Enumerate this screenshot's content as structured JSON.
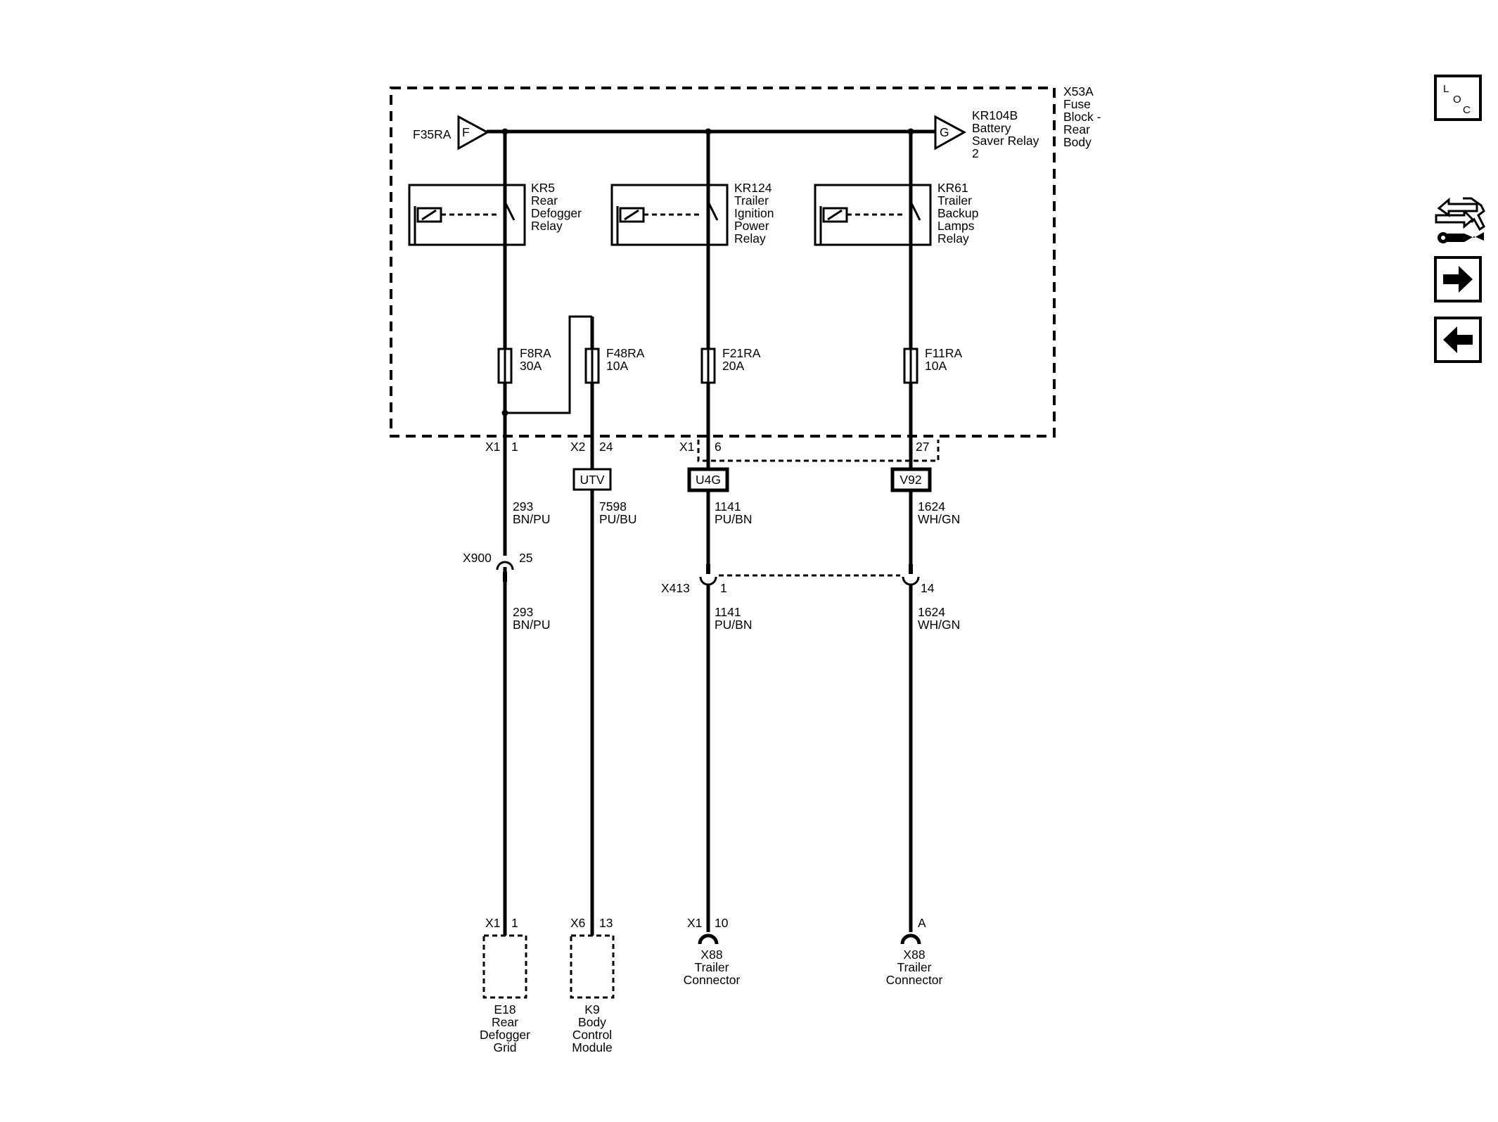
{
  "fuse_block": {
    "id": "X53A",
    "name": [
      "Fuse",
      "Block -",
      "Rear",
      "Body"
    ]
  },
  "feed_fuse": {
    "id": "F35RA",
    "terminal": "F"
  },
  "output": {
    "terminal": "G",
    "id": "KR104B",
    "name": [
      "Battery",
      "Saver Relay",
      "2"
    ]
  },
  "relays": [
    {
      "id": "KR5",
      "name": [
        "Rear",
        "Defogger",
        "Relay"
      ]
    },
    {
      "id": "KR124",
      "name": [
        "Trailer",
        "Ignition",
        "Power",
        "Relay"
      ]
    },
    {
      "id": "KR61",
      "name": [
        "Trailer",
        "Backup",
        "Lamps",
        "Relay"
      ]
    }
  ],
  "fuses": [
    {
      "id": "F8RA",
      "rating": "30A"
    },
    {
      "id": "F48RA",
      "rating": "10A"
    },
    {
      "id": "F21RA",
      "rating": "20A"
    },
    {
      "id": "F11RA",
      "rating": "10A"
    }
  ],
  "block_pins": [
    {
      "connector": "X1",
      "pin": "1"
    },
    {
      "connector": "X2",
      "pin": "24"
    },
    {
      "connector": "X1",
      "pin": "6"
    },
    {
      "connector": "",
      "pin": "27"
    }
  ],
  "options": [
    "UTV",
    "U4G",
    "V92"
  ],
  "wires_upper": [
    {
      "circuit": "293",
      "color": "BN/PU"
    },
    {
      "circuit": "7598",
      "color": "PU/BU"
    },
    {
      "circuit": "1141",
      "color": "PU/BN"
    },
    {
      "circuit": "1624",
      "color": "WH/GN"
    }
  ],
  "inline_connectors": [
    {
      "id": "X900",
      "pin": "25"
    },
    {
      "id": "X413",
      "pin": "1"
    },
    {
      "id": "",
      "pin": "14"
    }
  ],
  "wires_lower": [
    {
      "circuit": "293",
      "color": "BN/PU"
    },
    {
      "circuit": "1141",
      "color": "PU/BN"
    },
    {
      "circuit": "1624",
      "color": "WH/GN"
    }
  ],
  "components": [
    {
      "connector": "X1",
      "pin": "1",
      "id": "E18",
      "name": [
        "Rear",
        "Defogger",
        "Grid"
      ]
    },
    {
      "connector": "X6",
      "pin": "13",
      "id": "K9",
      "name": [
        "Body",
        "Control",
        "Module"
      ]
    },
    {
      "connector": "X1",
      "pin": "10",
      "id": "X88",
      "name": [
        "Trailer",
        "Connector"
      ]
    },
    {
      "connector": "",
      "pin": "A",
      "id": "X88",
      "name": [
        "Trailer",
        "Connector"
      ]
    }
  ],
  "nav": {
    "loc": {
      "l": "L",
      "o": "O",
      "c": "C"
    },
    "icons": [
      "connector-swap-icon",
      "arrow-right-icon",
      "arrow-left-icon"
    ]
  }
}
